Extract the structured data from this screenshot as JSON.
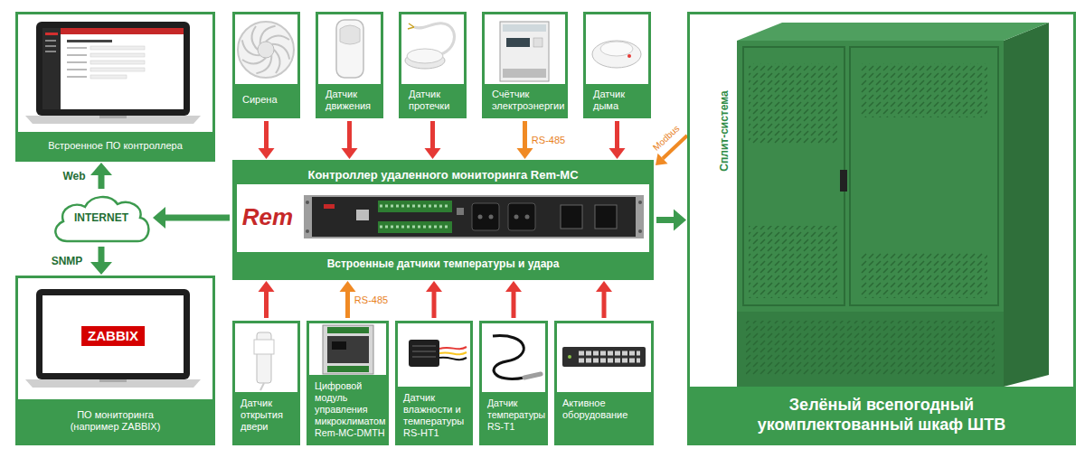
{
  "diagram": {
    "nodes": [
      {
        "text": [
          "Встроенное ПО контроллера"
        ]
      },
      {
        "text": [
          "Сирена"
        ]
      },
      {
        "text": [
          "Датчик движения"
        ]
      },
      {
        "text": [
          "Датчик протечки"
        ]
      },
      {
        "text": [
          "Счётчик электроэнергии"
        ]
      },
      {
        "text": [
          "Датчик дыма"
        ]
      },
      {
        "text": [
          "Зелёный всепогодный укомплектованный шкаф ШТВ"
        ]
      },
      {
        "text": [
          "INTERNET"
        ]
      },
      {
        "text": [
          "Контроллер удаленного мониторинга Rem-MC",
          "Встроенные датчики температуры и удара"
        ]
      },
      {
        "text": [
          "ПО мониторинга (например ZABBIX)"
        ]
      },
      {
        "text": [
          "Датчик открытия двери"
        ]
      },
      {
        "text": [
          "Цифровой модуль управления микроклиматом Rem-MC-DMTH"
        ]
      },
      {
        "text": [
          "Датчик влажности и температуры RS-HT1"
        ]
      },
      {
        "text": [
          "Датчик температуры RS-T1"
        ]
      },
      {
        "text": [
          "Активное оборудование"
        ]
      }
    ],
    "edges": [
      {
        "from": 1,
        "to": 8,
        "arrow": "to"
      },
      {
        "from": 2,
        "to": 8,
        "arrow": "to"
      },
      {
        "from": 3,
        "to": 8,
        "arrow": "to"
      },
      {
        "from": 4,
        "to": 8,
        "label": "RS-485",
        "arrow": "to"
      },
      {
        "from": 5,
        "to": 8,
        "arrow": "to"
      },
      {
        "from": 6,
        "to": 8,
        "label": "Modbus",
        "arrow": "to"
      },
      {
        "from": 8,
        "to": 6,
        "arrow": "to"
      },
      {
        "from": 8,
        "to": 7,
        "arrow": "to"
      },
      {
        "from": 7,
        "to": 0,
        "label": "Web",
        "arrow": "to"
      },
      {
        "from": 7,
        "to": 9,
        "label": "SNMP",
        "arrow": "to"
      },
      {
        "from": 10,
        "to": 8,
        "arrow": "to"
      },
      {
        "from": 11,
        "to": 8,
        "label": "RS-485",
        "arrow": "to"
      },
      {
        "from": 12,
        "to": 8,
        "arrow": "to"
      },
      {
        "from": 13,
        "to": 8,
        "arrow": "to"
      },
      {
        "from": 14,
        "to": 8,
        "arrow": "to"
      }
    ],
    "labels": [
      "ZABBIX",
      "Rem",
      "Сплит-система"
    ]
  }
}
